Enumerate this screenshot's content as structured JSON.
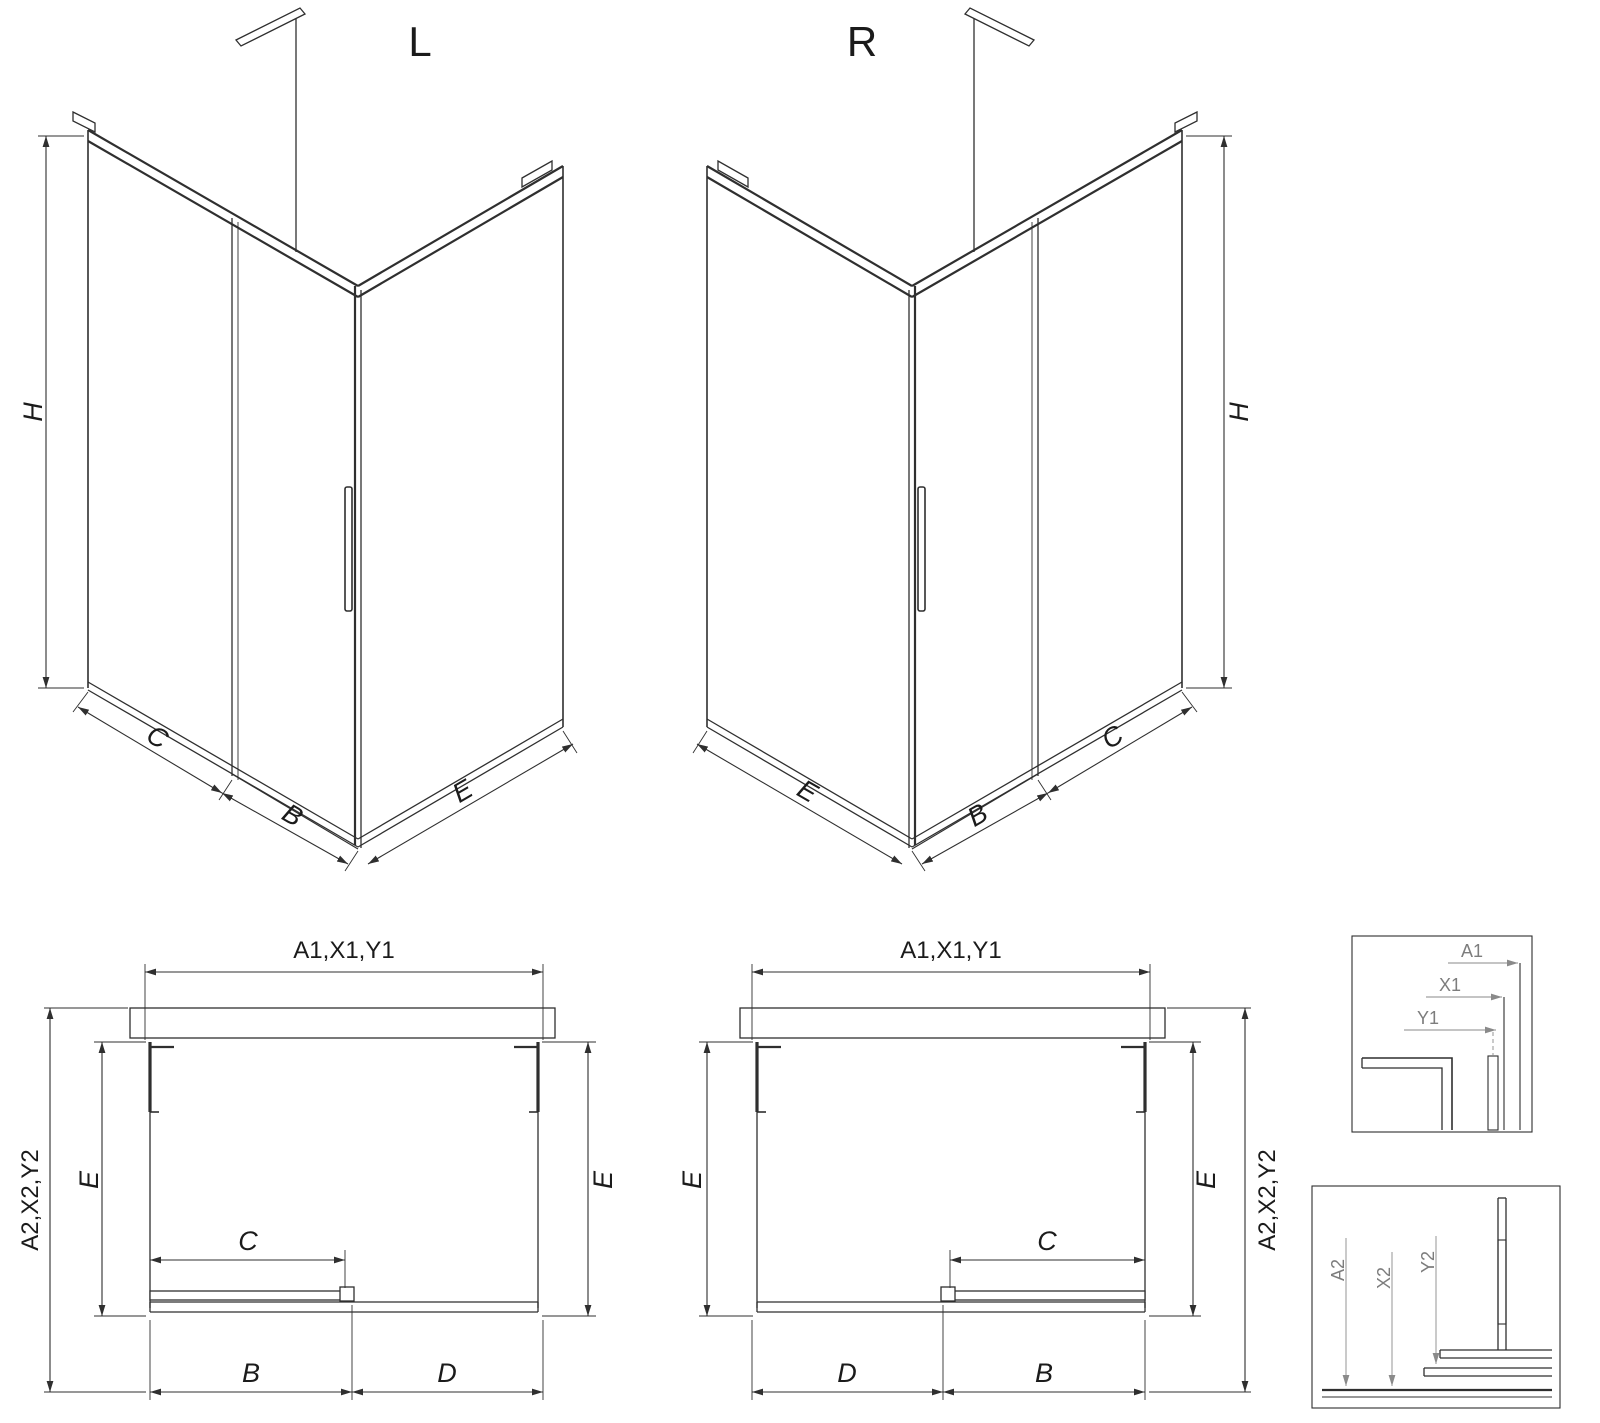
{
  "drawing": {
    "background_color": "#ffffff",
    "line_color": "#2f2f2f",
    "muted_color": "#8a8a8a"
  },
  "iso_left": {
    "title": "L",
    "dims": {
      "h": "H",
      "c": "C",
      "b": "B",
      "e": "E"
    }
  },
  "iso_right": {
    "title": "R",
    "dims": {
      "h": "H",
      "c": "C",
      "b": "B",
      "e": "E"
    }
  },
  "plan_left": {
    "dims": {
      "top": "A1,X1,Y1",
      "side": "A2,X2,Y2",
      "e_left": "E",
      "e_right": "E",
      "c": "C",
      "b": "B",
      "d": "D"
    }
  },
  "plan_right": {
    "dims": {
      "top": "A1,X1,Y1",
      "side": "A2,X2,Y2",
      "e_left": "E",
      "e_right": "E",
      "c": "C",
      "b": "B",
      "d": "D"
    }
  },
  "detail_top": {
    "dims": {
      "a1": "A1",
      "x1": "X1",
      "y1": "Y1"
    }
  },
  "detail_bottom": {
    "dims": {
      "a2": "A2",
      "x2": "X2",
      "y2": "Y2"
    }
  }
}
